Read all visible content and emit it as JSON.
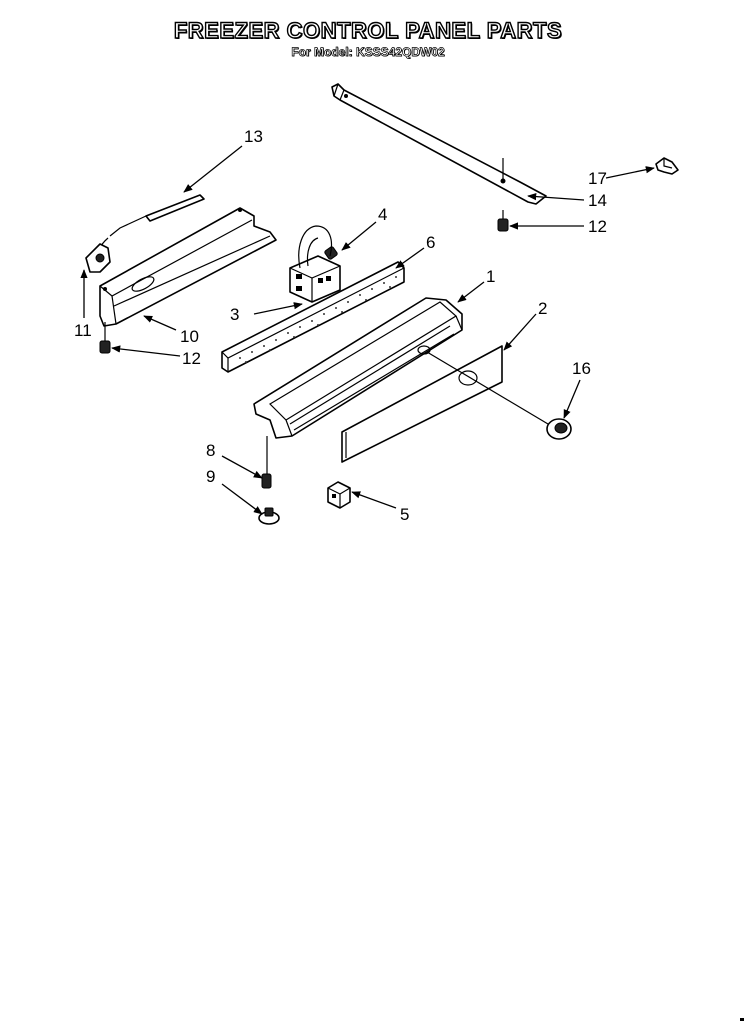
{
  "header": {
    "title": "FREEZER CONTROL PANEL PARTS",
    "subtitle": "For Model: KSSS42QDW02"
  },
  "callouts": {
    "c1": "1",
    "c2": "2",
    "c3": "3",
    "c4": "4",
    "c5": "5",
    "c6": "6",
    "c8": "8",
    "c9": "9",
    "c10": "10",
    "c11": "11",
    "c12a": "12",
    "c12b": "12",
    "c13": "13",
    "c14": "14",
    "c16": "16",
    "c17": "17"
  }
}
